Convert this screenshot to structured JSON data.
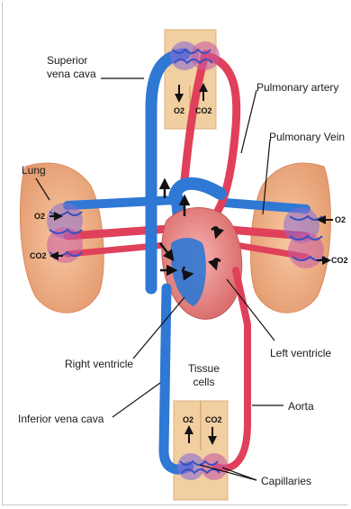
{
  "labels": {
    "superior_vena_cava_line1": "Superior",
    "superior_vena_cava_line2": "vena cava",
    "pulmonary_artery": "Pulmonary artery",
    "pulmonary_vein": "Pulmonary Vein",
    "lung": "Lung",
    "right_ventricle": "Right ventricle",
    "left_ventricle": "Left ventricle",
    "tissue_cells_line1": "Tissue",
    "tissue_cells_line2": "cells",
    "inferior_vena_cava": "Inferior vena cava",
    "aorta": "Aorta",
    "capillaries": "Capillaries"
  },
  "gases": {
    "o2": "O2",
    "co2": "CO2"
  },
  "colors": {
    "oxygenated_blood": "#e0405a",
    "deoxygenated_blood": "#2f78d4",
    "tissue": "#f2cfa0",
    "lung": "#f2b184",
    "heart": "#e88080"
  }
}
